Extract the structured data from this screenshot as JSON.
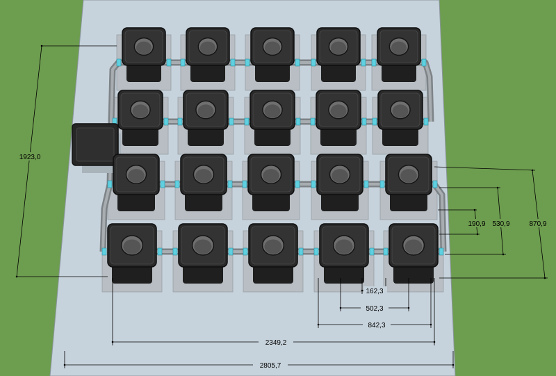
{
  "colors": {
    "ground": "#6d9d4f",
    "slab": "#c7d3dc",
    "bucket": "#262626",
    "pipe": "#8a8f94",
    "connector": "#5fd0e0",
    "base": "#b8bec3"
  },
  "layout": {
    "rows": 4,
    "cols": 5
  },
  "dimensions": {
    "total_width": "2805,7",
    "row_width": "2349,2",
    "depth": "1923,0",
    "horizontal_a": "842,3",
    "horizontal_b": "502,3",
    "horizontal_c": "162,3",
    "vertical_a": "870,9",
    "vertical_b": "530,9",
    "vertical_c": "190,9"
  }
}
